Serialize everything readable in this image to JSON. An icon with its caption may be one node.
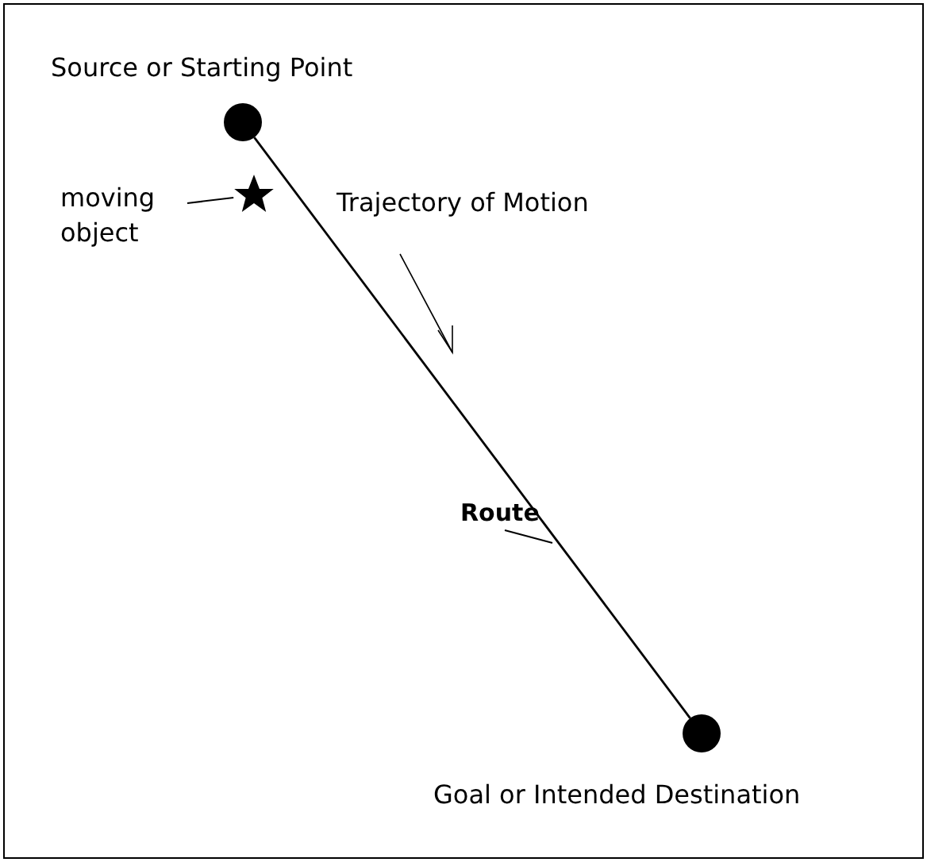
{
  "diagram": {
    "nodes": [
      {
        "text": [],
        "shape": "circle",
        "beside": [
          "Source or Starting Point"
        ]
      },
      {
        "text": [],
        "shape": "circle",
        "beside": [
          "Goal or Intended Destination"
        ]
      },
      {
        "text": [],
        "shape": "star"
      },
      {
        "text": [
          "moving object"
        ]
      },
      {
        "text": [
          "Route"
        ]
      }
    ],
    "edges": [
      {
        "from": 0,
        "to": 1,
        "arrow": "none"
      },
      {
        "from": 3,
        "to": 2,
        "arrow": "none"
      },
      {
        "from": 4,
        "to": null,
        "arrow": "none"
      }
    ],
    "labels": [
      "Trajectory of Motion"
    ]
  }
}
